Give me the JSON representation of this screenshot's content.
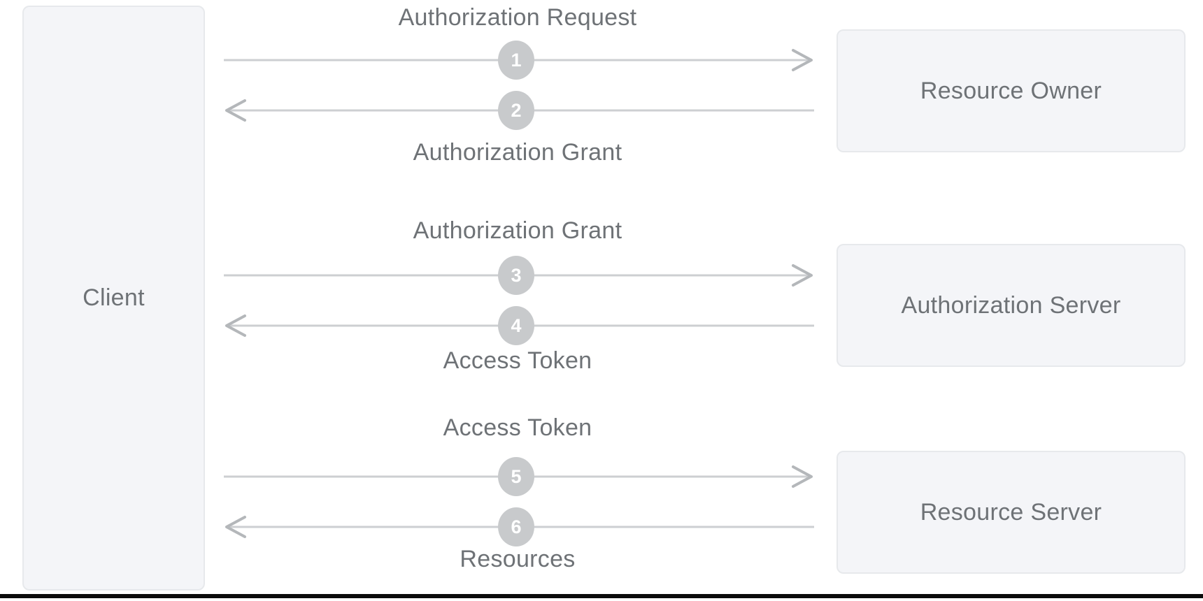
{
  "client": {
    "label": "Client"
  },
  "actors": [
    {
      "label": "Resource Owner"
    },
    {
      "label": "Authorization Server"
    },
    {
      "label": "Resource Server"
    }
  ],
  "flows": [
    {
      "top_label": "Authorization Request",
      "step_forward": "1",
      "step_back": "2",
      "bottom_label": "Authorization Grant",
      "forward_direction": "client-to-resource-owner",
      "back_direction": "resource-owner-to-client"
    },
    {
      "top_label": "Authorization Grant",
      "step_forward": "3",
      "step_back": "4",
      "bottom_label": "Access Token",
      "forward_direction": "client-to-authorization-server",
      "back_direction": "authorization-server-to-client"
    },
    {
      "top_label": "Access Token",
      "step_forward": "5",
      "step_back": "6",
      "bottom_label": "Resources",
      "forward_direction": "client-to-resource-server",
      "back_direction": "resource-server-to-client"
    }
  ],
  "colors": {
    "box_fill": "#f4f5f8",
    "box_border": "#e7e9ec",
    "arrow_line": "#cdcfd2",
    "arrow_head": "#b4b7ba",
    "badge_fill": "#c8cacc",
    "badge_text": "#ffffff",
    "label_text": "#6e7276",
    "bottom_bar": "#0b0b0b"
  }
}
